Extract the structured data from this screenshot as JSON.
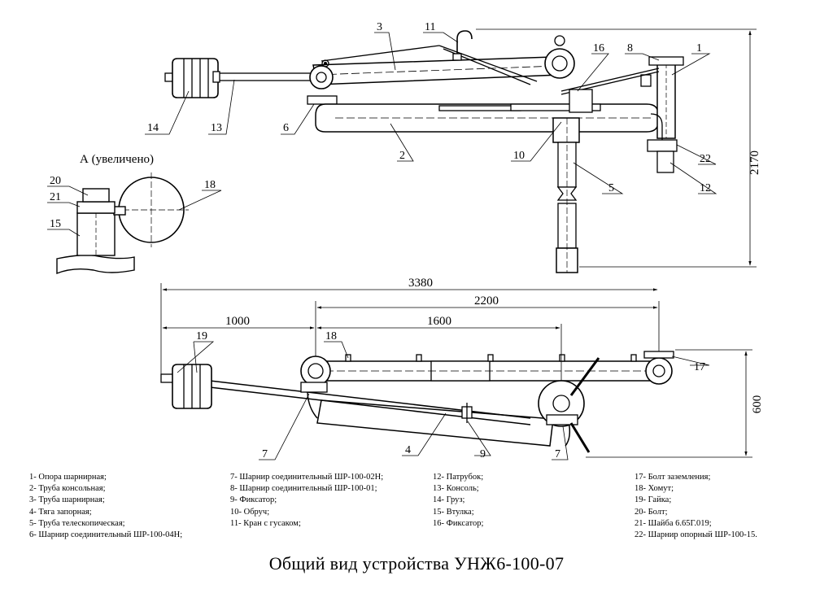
{
  "title": "Общий вид устройства УНЖ6-100-07",
  "callouts": {
    "n1": "1",
    "n2": "2",
    "n3": "3",
    "n4": "4",
    "n5": "5",
    "n6": "6",
    "n7a": "7",
    "n7b": "7",
    "n8": "8",
    "n9": "9",
    "n10": "10",
    "n11": "11",
    "n12": "12",
    "n13": "13",
    "n14": "14",
    "n15": "15",
    "n16": "16",
    "n17": "17",
    "n18a": "18",
    "n18b": "18",
    "n19": "19",
    "n20": "20",
    "n21": "21",
    "n22": "22"
  },
  "detail_label": "А (увеличено)",
  "dimensions": {
    "height_total": "2170",
    "length_total": "3380",
    "length_2200": "2200",
    "length_1000": "1000",
    "length_1600": "1600",
    "height_600": "600"
  },
  "legend": {
    "col1": [
      "1- Опора шарнирная;",
      "2- Труба консольная;",
      "3- Труба шарнирная;",
      "4- Тяга запорная;",
      "5- Труба телескопическая;",
      "6- Шарнир соединительный ШР-100-04Н;"
    ],
    "col2": [
      "7- Шарнир соединительный ШР-100-02Н;",
      "8- Шарнир соединительный ШР-100-01;",
      "9- Фиксатор;",
      "10- Обруч;",
      "11- Кран с гусаком;"
    ],
    "col3": [
      "12- Патрубок;",
      "13- Консоль;",
      "14- Груз;",
      "15- Втулка;",
      "16- Фиксатор;"
    ],
    "col4": [
      "17- Болт заземления;",
      "18- Хомут;",
      "19- Гайка;",
      "20- Болт;",
      "21- Шайба 6.65Г.019;",
      "22- Шарнир опорный ШР-100-15."
    ]
  }
}
